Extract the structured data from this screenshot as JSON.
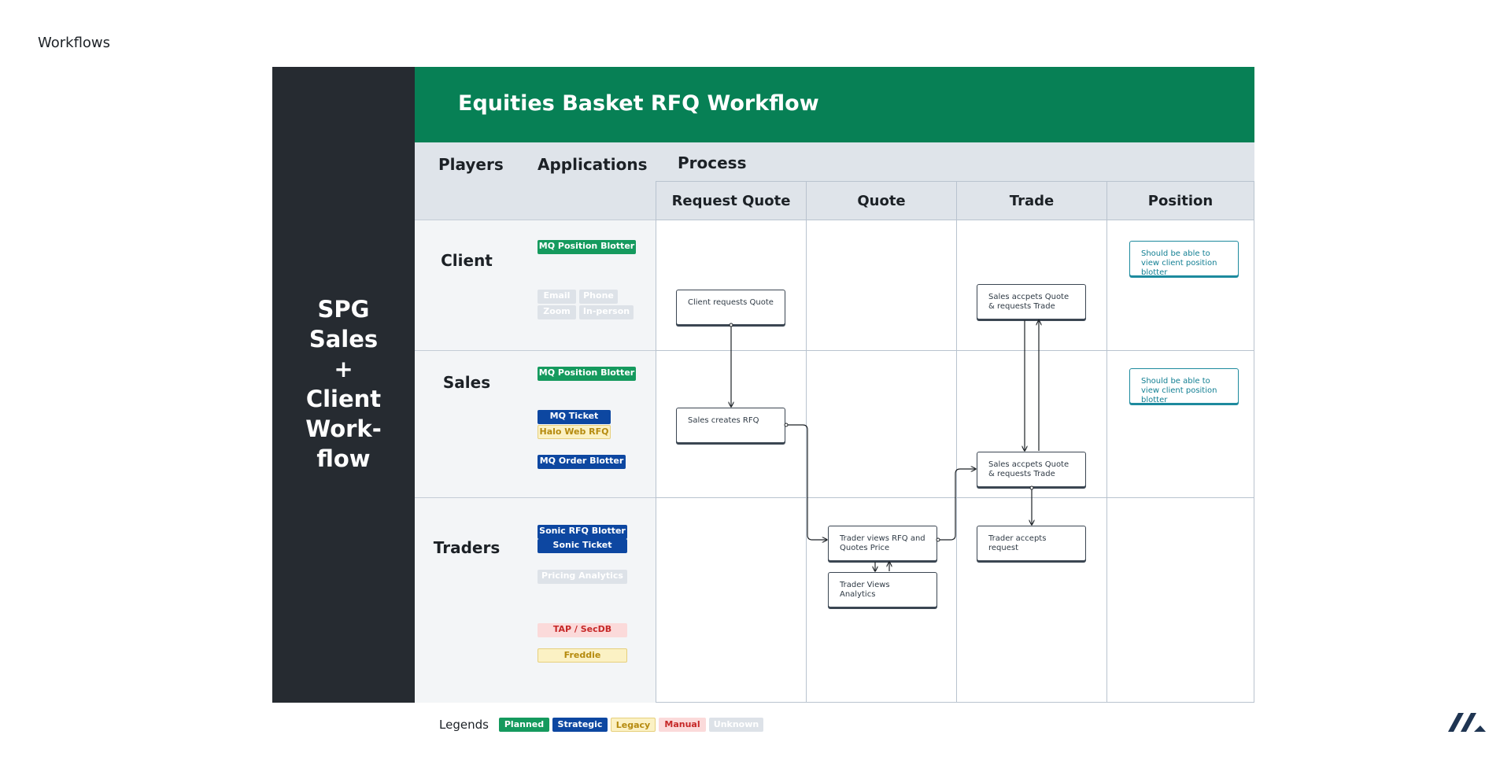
{
  "page_label": "Workflows",
  "side_title": [
    "SPG",
    "Sales",
    "+",
    "Client",
    "Work-",
    "flow"
  ],
  "header_title": "Equities Basket RFQ Workflow",
  "columns": {
    "players": "Players",
    "applications": "Applications",
    "process": "Process",
    "stages": [
      "Request Quote",
      "Quote",
      "Trade",
      "Position"
    ]
  },
  "players": [
    "Client",
    "Sales",
    "Traders"
  ],
  "apps": {
    "client": [
      "MQ Position Blotter",
      "Email",
      "Phone",
      "Zoom",
      "In-person"
    ],
    "sales": [
      "MQ Position Blotter",
      "MQ Ticket",
      "Halo Web RFQ",
      "MQ Order Blotter"
    ],
    "traders": [
      "Sonic RFQ Blotter",
      "Sonic Ticket",
      "Pricing Analytics",
      "TAP / SecDB",
      "Freddie"
    ]
  },
  "process_boxes": {
    "client_request": "Client requests Quote",
    "client_accept": "Sales accpets Quote & requests Trade",
    "client_position": "Should be able to view client position blotter",
    "sales_create": "Sales creates RFQ",
    "sales_accept": "Sales accpets Quote & requests Trade",
    "sales_position": "Should be able to view client position blotter",
    "trader_views": "Trader views RFQ and Quotes Price",
    "trader_analytics": "Trader Views Analytics",
    "trader_accepts": "Trader accepts request"
  },
  "legend": {
    "label": "Legends",
    "items": [
      "Planned",
      "Strategic",
      "Legacy",
      "Manual",
      "Unknown"
    ]
  },
  "colors": {
    "planned": "#159a5e",
    "strategic": "#0d47a1",
    "legacy": "#fbf1c4",
    "manual": "#fbdada",
    "unknown": "#dde2e8",
    "header": "#078055",
    "panel": "#262b31"
  },
  "icons": {
    "logo": "slash-logo-icon"
  }
}
